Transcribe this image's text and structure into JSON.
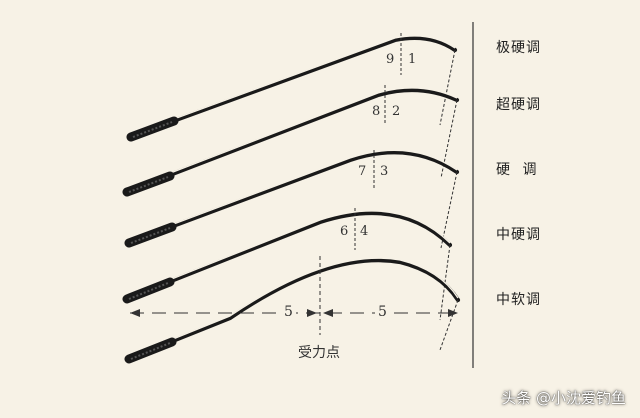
{
  "rods": [
    {
      "label": "极硬调",
      "tip_ratio": "9",
      "butt_ratio": "1"
    },
    {
      "label": "超硬调",
      "tip_ratio": "8",
      "butt_ratio": "2"
    },
    {
      "label": "硬 调",
      "tip_ratio": "7",
      "butt_ratio": "3"
    },
    {
      "label": "中硬调",
      "tip_ratio": "6",
      "butt_ratio": "4"
    },
    {
      "label": "中软调",
      "tip_ratio": null,
      "butt_ratio": null
    }
  ],
  "segments": {
    "left": "5",
    "right": "5"
  },
  "force_point_label": "受力点",
  "watermark": "头条 @小沈爱钓鱼",
  "colors": {
    "background": "#f7f2e6",
    "ink": "#1a1a1a"
  }
}
